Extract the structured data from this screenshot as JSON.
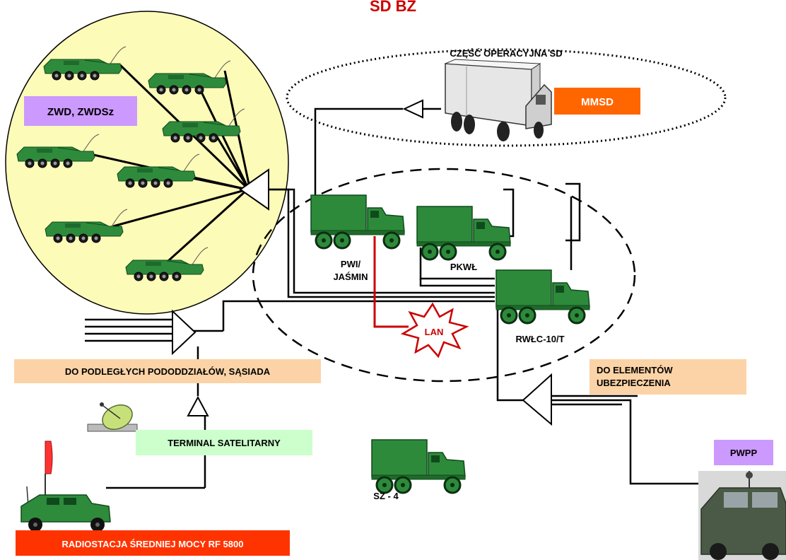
{
  "title": "SD BZ",
  "labels": {
    "zwd": "ZWD, ZWDSz",
    "operational_part": "CZĘŚĆ OPERACYJNA SD",
    "mmsd": "MMSD",
    "pwi_line1": "PWI/",
    "pwi_line2": "JAŚMIN",
    "pkwl": "PKWŁ",
    "rwlc": "RWŁC-10/T",
    "lan": "LAN",
    "subordinate": "DO PODLEGŁYCH PODODDZIAŁÓW, SĄSIADA",
    "security_line1": "DO ELEMENTÓW",
    "security_line2": "UBEZPIECZENIA",
    "satellite_terminal": "TERMINAL SATELITARNY",
    "pwpp": "PWPP",
    "sz4": "SZ - 4",
    "radio_station": "RADIOSTACJA ŚREDNIEJ MOCY RF 5800"
  },
  "colors": {
    "title": "#cc0000",
    "yellow_area": "#fdfbb8",
    "label_purple": "#cc99ff",
    "label_orange": "#ff6600",
    "label_peach": "#fbd3a6",
    "label_green": "#ccffcc",
    "label_red": "#ff3300",
    "vehicle_green": "#1f8a3a",
    "lan_red": "#cc0000"
  },
  "icons": {
    "apc": "armored-personnel-carrier-icon",
    "truck": "military-truck-icon",
    "semi": "semi-trailer-truck-icon",
    "dish": "satellite-dish-icon",
    "humvee": "humvee-radio-icon",
    "pwpp_vehicle": "armored-suv-icon",
    "antenna": "triangle-antenna-icon"
  }
}
